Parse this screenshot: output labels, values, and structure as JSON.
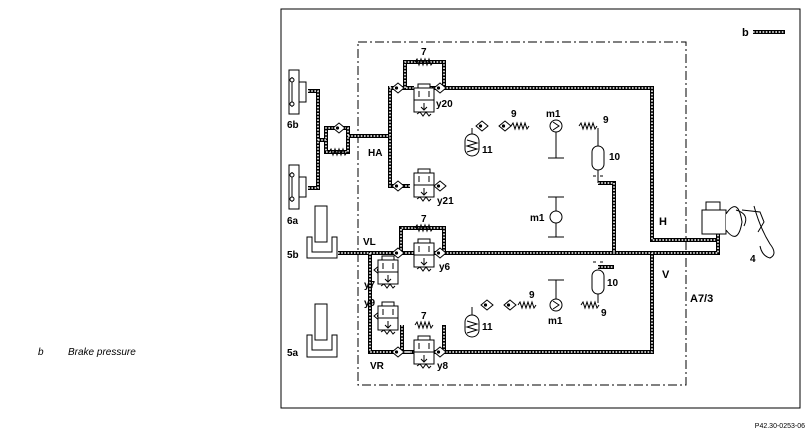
{
  "legend": {
    "key": "b",
    "text": "Brake pressure"
  },
  "figure_ref": "P42.30-0253-06",
  "diagram": {
    "legend_symbol": "b",
    "unit": "A7/3",
    "lines": {
      "H": "H",
      "V": "V",
      "HA": "HA",
      "VL": "VL",
      "VR": "VR"
    },
    "components": {
      "c6b": "6b",
      "c6a": "6a",
      "c5b": "5b",
      "c5a": "5a",
      "c4": "4",
      "c7": "7",
      "c9": "9",
      "c10": "10",
      "c11": "11",
      "m1": "m1",
      "y6": "y6",
      "y7": "y7",
      "y8": "y8",
      "y9": "y9",
      "y20": "y20",
      "y21": "y21"
    }
  }
}
